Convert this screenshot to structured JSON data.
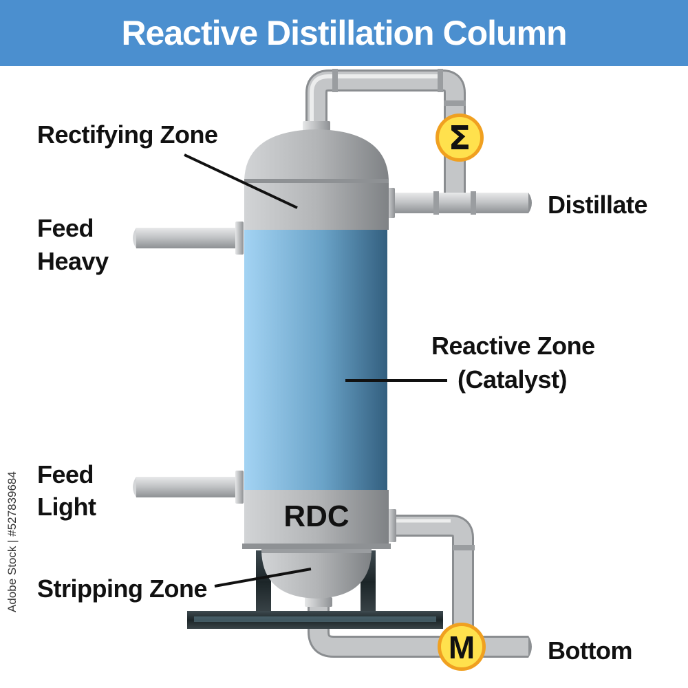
{
  "title": "Reactive Distillation Column",
  "labels": {
    "rectifying_zone": "Rectifying Zone",
    "feed_heavy_line1": "Feed",
    "feed_heavy_line2": "Heavy",
    "feed_light_line1": "Feed",
    "feed_light_line2": "Light",
    "stripping_zone": "Stripping Zone",
    "distillate": "Distillate",
    "reactive_zone_line1": "Reactive Zone",
    "reactive_zone_line2": "(Catalyst)",
    "bottom": "Bottom",
    "column_name": "RDC",
    "condenser_symbol": "Σ",
    "reboiler_symbol": "M"
  },
  "watermark": "Adobe Stock | #527839684",
  "colors": {
    "title_bar": "#4b8fcf",
    "pipe": "#b9bcbf",
    "column_shell": "#a9abad",
    "reactive_zone_light": "#9fd0f0",
    "reactive_zone_dark": "#356a8c",
    "exchanger_fill": "#ffe14d",
    "exchanger_ring": "#f0a020",
    "support": "#2f3335"
  }
}
